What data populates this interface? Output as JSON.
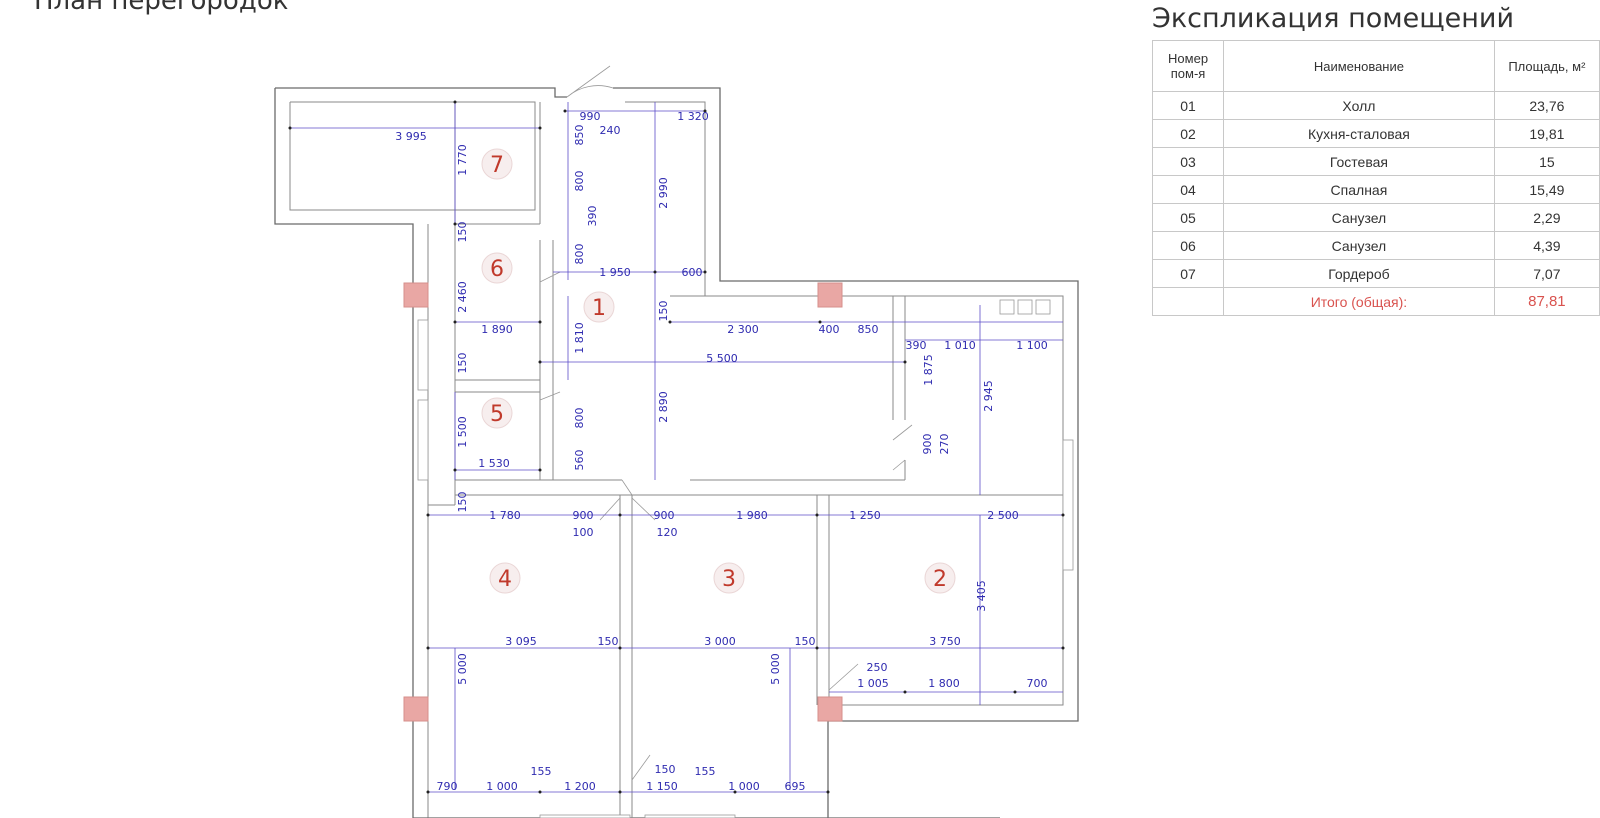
{
  "plan_title": "План перегородок",
  "explication": {
    "title": "Экспликация помещений",
    "headers": {
      "number": "Номер пом-я",
      "name": "Наименование",
      "area": "Площадь, м²"
    },
    "rows": [
      {
        "number": "01",
        "name": "Холл",
        "area": "23,76"
      },
      {
        "number": "02",
        "name": "Кухня-сталовая",
        "area": "19,81"
      },
      {
        "number": "03",
        "name": "Гостевая",
        "area": "15"
      },
      {
        "number": "04",
        "name": "Спалная",
        "area": "15,49"
      },
      {
        "number": "05",
        "name": "Санузел",
        "area": "2,29"
      },
      {
        "number": "06",
        "name": "Санузел",
        "area": "4,39"
      },
      {
        "number": "07",
        "name": "Гордероб",
        "area": "7,07"
      }
    ],
    "total": {
      "label": "Итого (общая):",
      "area": "87,81"
    }
  },
  "rooms": [
    "1",
    "2",
    "3",
    "4",
    "5",
    "6",
    "7"
  ],
  "dimensions": {
    "d_3995": "3 995",
    "d_990": "990",
    "d_240": "240",
    "d_1320": "1 320",
    "d_1770": "1 770",
    "d_850a": "850",
    "d_800a": "800",
    "d_390a": "390",
    "d_2990": "2 990",
    "d_150a": "150",
    "d_800b": "800",
    "d_1950": "1 950",
    "d_600": "600",
    "d_2460": "2 460",
    "d_1890": "1 890",
    "d_1810": "1 810",
    "d_150b": "150",
    "d_2300": "2 300",
    "d_400": "400",
    "d_850b": "850",
    "d_390b": "390",
    "d_1010": "1 010",
    "d_1100": "1 100",
    "d_5500": "5 500",
    "d_150c": "150",
    "d_1875": "1 875",
    "d_2945": "2 945",
    "d_1500": "1 500",
    "d_800c": "800",
    "d_2890": "2 890",
    "d_900a": "900",
    "d_270": "270",
    "d_1530": "1 530",
    "d_560": "560",
    "d_150d": "150",
    "d_1780": "1 780",
    "d_900b": "900",
    "d_100": "100",
    "d_900c": "900",
    "d_120": "120",
    "d_1980": "1 980",
    "d_1250": "1 250",
    "d_2500": "2 500",
    "d_3405": "3 405",
    "d_3095": "3 095",
    "d_150e": "150",
    "d_3000": "3 000",
    "d_150f": "150",
    "d_3750": "3 750",
    "d_5000a": "5 000",
    "d_5000b": "5 000",
    "d_250": "250",
    "d_1005": "1 005",
    "d_1800": "1 800",
    "d_700": "700",
    "d_790": "790",
    "d_1000a": "1 000",
    "d_155a": "155",
    "d_1200": "1 200",
    "d_150g": "150",
    "d_1150": "1 150",
    "d_155b": "155",
    "d_1000b": "1 000",
    "d_695": "695"
  }
}
